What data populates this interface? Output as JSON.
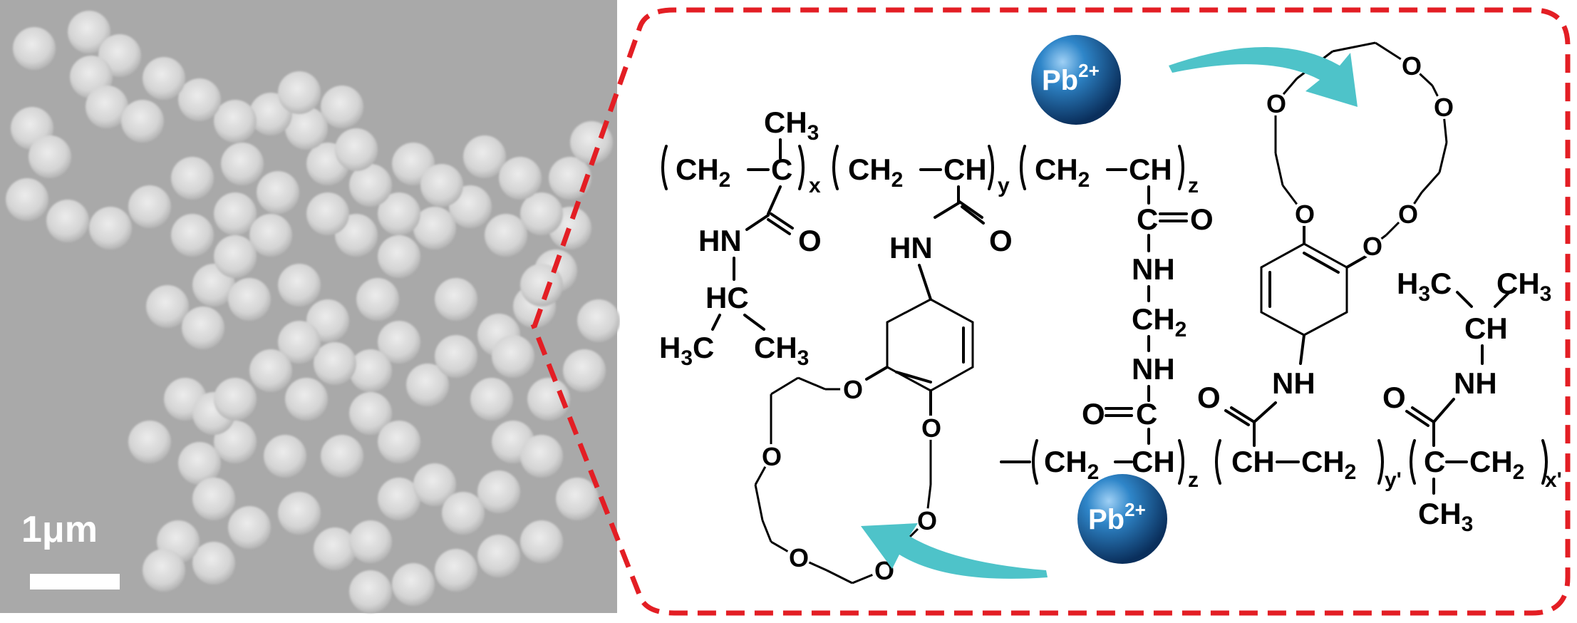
{
  "sem_image": {
    "scale_label": "1μm",
    "colors": {
      "background": "#a9a9a9",
      "particle": "#dcdcdc",
      "scale_bar": "#ffffff"
    }
  },
  "callout": {
    "border_color": "#e31e24"
  },
  "ions": {
    "top": {
      "base": "Pb",
      "charge": "2+"
    },
    "bottom": {
      "base": "Pb",
      "charge": "2+"
    },
    "color": "#1f6fb5"
  },
  "arrow_color": "#4ec3c9",
  "polymer": {
    "chain1": {
      "unit1": {
        "ch2": "CH",
        "sub2": "2",
        "c": "C",
        "methyl": "CH",
        "methyl_sub": "3",
        "index": "x",
        "amide_o": "O",
        "nh": "HN",
        "hc": "HC",
        "left_me": "H",
        "left_me_sub": "3",
        "left_me_c": "C",
        "right_me": "CH",
        "right_me_sub": "3"
      },
      "unit2": {
        "ch2": "CH",
        "sub2": "2",
        "ch": "CH",
        "index": "y",
        "amide_o": "O",
        "nh": "HN"
      },
      "unit3": {
        "ch2": "CH",
        "sub2": "2",
        "ch": "CH",
        "index": "z"
      }
    },
    "crosslinker": {
      "c1": "C",
      "o1": "O",
      "nh1": "NH",
      "ch2": "CH",
      "ch2_sub": "2",
      "nh2": "NH",
      "o2": "O",
      "c2": "C"
    },
    "chain2": {
      "unit3": {
        "ch2": "CH",
        "sub2": "2",
        "ch": "CH",
        "index": "z"
      },
      "unit2": {
        "ch": "CH",
        "ch2": "CH",
        "sub2": "2",
        "index": "y'",
        "amide_o": "O",
        "nh": "NH"
      },
      "unit1": {
        "c": "C",
        "ch2": "CH",
        "sub2": "2",
        "index": "x'",
        "methyl": "CH",
        "methyl_sub": "3",
        "amide_o": "O",
        "nh": "NH",
        "ch": "CH",
        "left_me": "H",
        "left_me_sub": "3",
        "left_me_c": "C",
        "right_me": "CH",
        "right_me_sub": "3"
      }
    },
    "crown_oxygen": "O"
  }
}
